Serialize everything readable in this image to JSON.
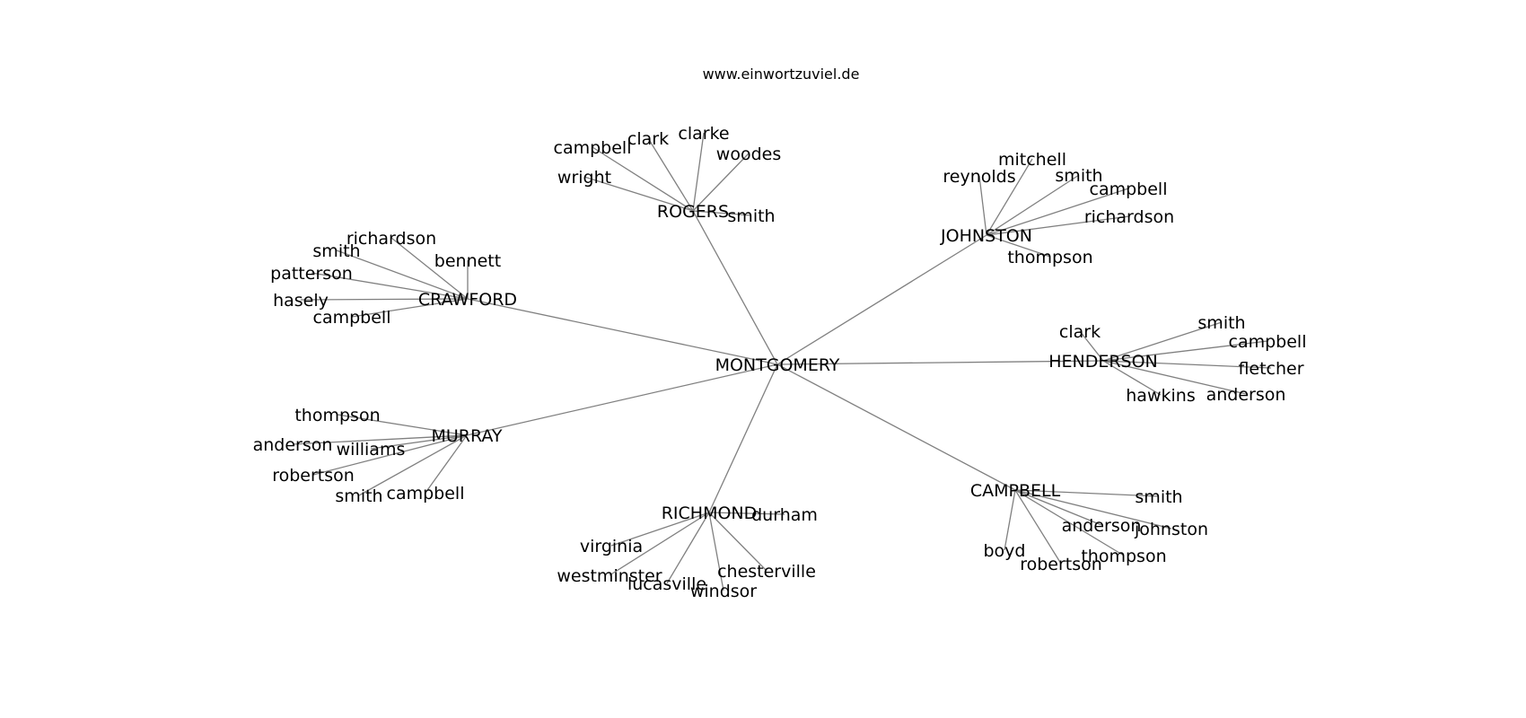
{
  "title": "www.einwortzuviel.de",
  "colors": {
    "edge": "#808080",
    "text": "#000000",
    "background": "#ffffff"
  },
  "center": "MONTGOMERY",
  "hubs": [
    {
      "id": "rogers",
      "label": "ROGERS",
      "leaves": [
        "campbell",
        "clark",
        "clarke",
        "woodes",
        "wright",
        "smith"
      ]
    },
    {
      "id": "johnston",
      "label": "JOHNSTON",
      "leaves": [
        "mitchell",
        "reynolds",
        "smith",
        "campbell",
        "richardson",
        "thompson"
      ]
    },
    {
      "id": "crawford",
      "label": "CRAWFORD",
      "leaves": [
        "richardson",
        "smith",
        "bennett",
        "patterson",
        "hasely",
        "campbell"
      ]
    },
    {
      "id": "henderson",
      "label": "HENDERSON",
      "leaves": [
        "clark",
        "smith",
        "campbell",
        "fletcher",
        "hawkins",
        "anderson"
      ]
    },
    {
      "id": "murray",
      "label": "MURRAY",
      "leaves": [
        "thompson",
        "anderson",
        "williams",
        "robertson",
        "smith",
        "campbell"
      ]
    },
    {
      "id": "richmond",
      "label": "RICHMOND",
      "leaves": [
        "durham",
        "virginia",
        "westminster",
        "lucasville",
        "chesterville",
        "windsor"
      ]
    },
    {
      "id": "campbell",
      "label": "CAMPBELL",
      "leaves": [
        "smith",
        "anderson",
        "johnston",
        "boyd",
        "thompson",
        "robertson"
      ]
    }
  ]
}
